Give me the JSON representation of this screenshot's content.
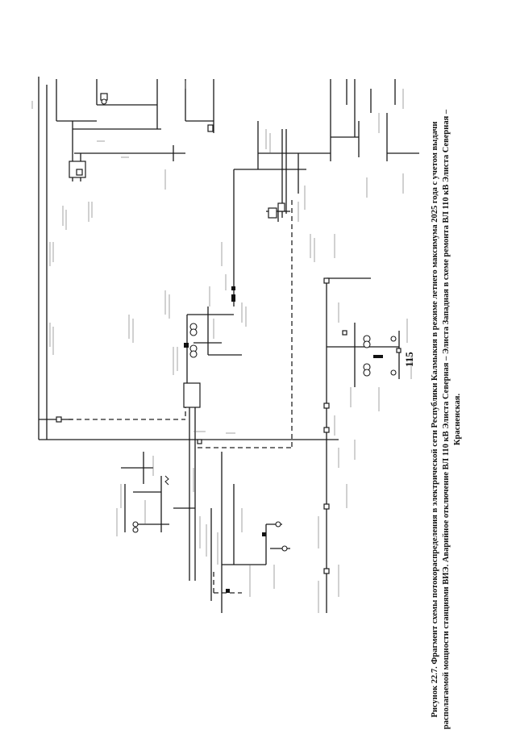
{
  "caption": {
    "label": "Рисунок 22.7.",
    "text": "Фрагмент схемы потокораспределения в электрической сети Республики Калмыкия в режиме летнего максимума 2025 года с учетом выдачи располагаемой мощности станциями ВИЭ. Аварийное отключение ВЛ 110 кВ Элиста Северная – Элиста Западная в схеме ремонта ВЛ 110 кВ Элиста Северная – Красненская."
  },
  "page_number": "115",
  "colors": {
    "line": "#1a1a1a",
    "dashed": "#222222",
    "background": "#ffffff"
  }
}
